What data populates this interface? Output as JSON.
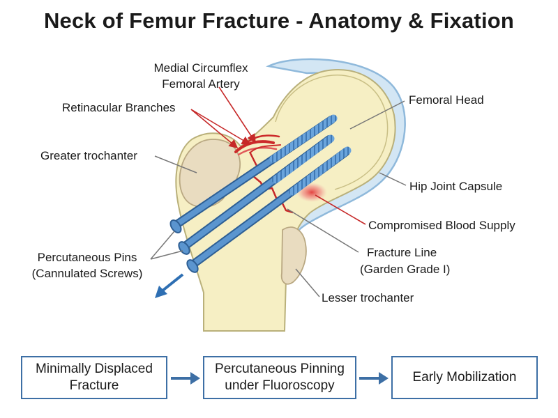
{
  "title": "Neck of Femur Fracture - Anatomy & Fixation",
  "labels": {
    "medial_circumflex_line1": "Medial Circumflex",
    "medial_circumflex_line2": "Femoral Artery",
    "retinacular": "Retinacular Branches",
    "greater_trochanter": "Greater trochanter",
    "femoral_head": "Femoral Head",
    "hip_capsule": "Hip Joint Capsule",
    "compromised": "Compromised Blood Supply",
    "fracture_line_1": "Fracture Line",
    "fracture_line_2": "(Garden Grade I)",
    "pins_line1": "Percutaneous Pins",
    "pins_line2": "(Cannulated Screws)",
    "lesser_trochanter": "Lesser trochanter"
  },
  "flow": {
    "step1_line1": "Minimally Displaced",
    "step1_line2": "Fracture",
    "step2_line1": "Percutaneous Pinning",
    "step2_line2": "under Fluoroscopy",
    "step3": "Early Mobilization"
  },
  "colors": {
    "bone": "#f6efc4",
    "bone_outline": "#b9b07a",
    "trochanter": "#e9dcc0",
    "capsule": "#d3e6f4",
    "capsule_outline": "#8fb9db",
    "screw": "#5b95cf",
    "screw_dark": "#2e5f94",
    "artery": "#cc2a2a",
    "flow_border": "#3d6fa5"
  }
}
